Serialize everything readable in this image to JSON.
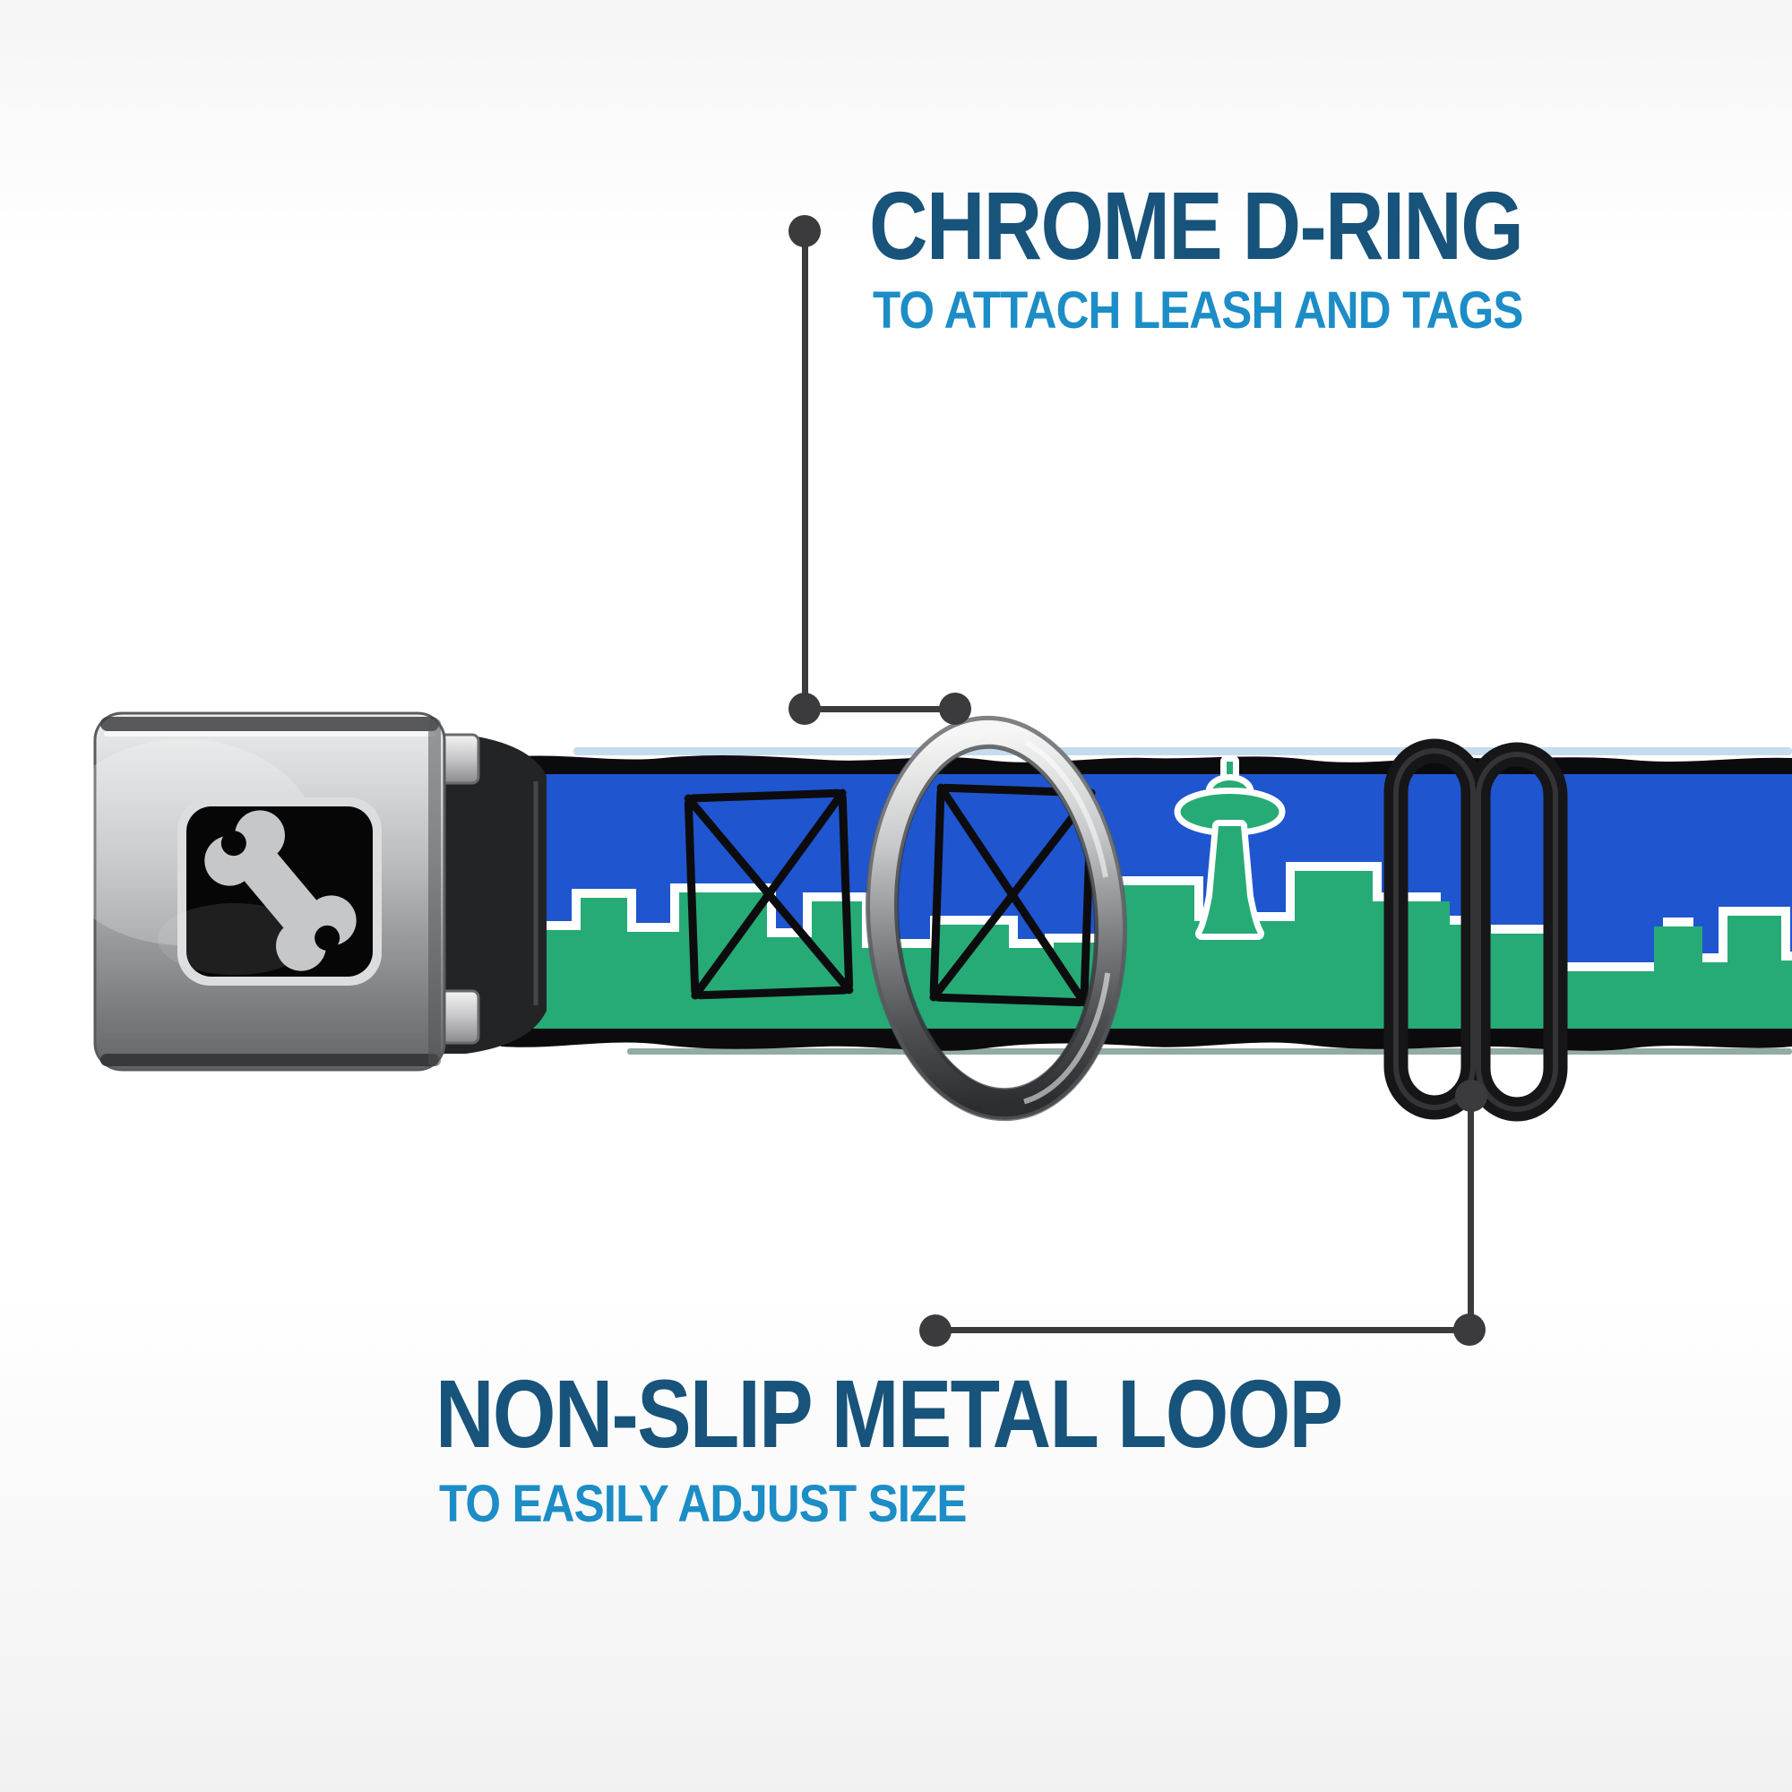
{
  "callouts": {
    "d_ring": {
      "title": "CHROME D-RING",
      "subtitle": "TO ATTACH LEASH AND TAGS"
    },
    "metal_loop": {
      "title": "NON-SLIP METAL LOOP",
      "subtitle": "TO EASILY ADJUST SIZE"
    }
  },
  "colors": {
    "title_navy": "#17537a",
    "subtitle_blue": "#1c8dc6",
    "callout_line": "#3b3b3d",
    "webbing_blue": "#1f55cf",
    "webbing_green": "#27ab76",
    "webbing_edge_black": "#0b0b0d",
    "skyline_outline": "#ffffff",
    "buckle_silver": "#b9babc",
    "buckle_window_black": "#060607",
    "bone_gray": "#c6c7c9",
    "slider_black": "#161618",
    "ring_silver": "#c9cacb"
  },
  "product": {
    "buckle_logo_icon": "dog-bone-icon",
    "webbing_design": "seattle-skyline-pattern",
    "parts": {
      "buckle": "seatbelt-buckle-clasp",
      "d_ring": "chrome-d-ring",
      "slider": "non-slip-metal-loop"
    }
  }
}
